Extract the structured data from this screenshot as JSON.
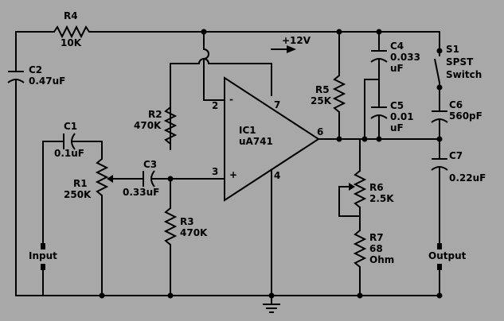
{
  "supply": {
    "label": "+12V"
  },
  "opamp": {
    "ref": "IC1",
    "part": "uA741",
    "pins": {
      "inv": "2",
      "noninv": "3",
      "out": "6",
      "vplus": "7",
      "vminus": "4"
    },
    "minus_sign": "-",
    "plus_sign": "+"
  },
  "components": {
    "R1": {
      "ref": "R1",
      "value": "250K"
    },
    "R2": {
      "ref": "R2",
      "value": "470K"
    },
    "R3": {
      "ref": "R3",
      "value": "470K"
    },
    "R4": {
      "ref": "R4",
      "value": "10K"
    },
    "R5": {
      "ref": "R5",
      "value": "25K"
    },
    "R6": {
      "ref": "R6",
      "value": "2.5K"
    },
    "R7": {
      "ref": "R7",
      "value": "68",
      "unit": "Ohm"
    },
    "C1": {
      "ref": "C1",
      "value": "0.1uF"
    },
    "C2": {
      "ref": "C2",
      "value": "0.47uF"
    },
    "C3": {
      "ref": "C3",
      "value": "0.33uF"
    },
    "C4": {
      "ref": "C4",
      "value": "0.033",
      "unit": "uF"
    },
    "C5": {
      "ref": "C5",
      "value": "0.01",
      "unit": "uF"
    },
    "C6": {
      "ref": "C6",
      "value": "560pF"
    },
    "C7": {
      "ref": "C7",
      "value": "0.22uF"
    },
    "S1": {
      "ref": "S1",
      "line1": "SPST",
      "line2": "Switch"
    }
  },
  "terminals": {
    "input": "Input",
    "output": "Output"
  }
}
